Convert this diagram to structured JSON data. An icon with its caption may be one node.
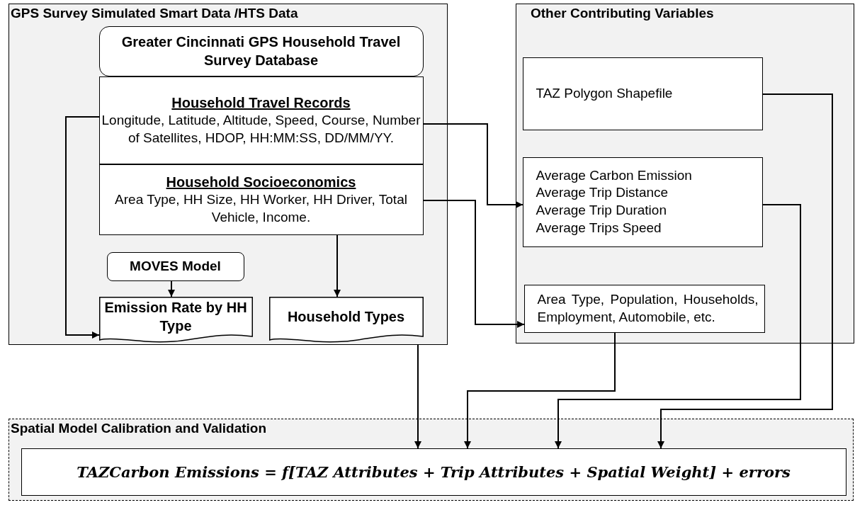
{
  "diagram": {
    "nodes": [
      {
        "text": [
          "GPS Survey Simulated Smart Data /HTS Data"
        ]
      },
      {
        "text": [
          "Greater Cincinnati GPS Household Travel Survey Database"
        ],
        "in": 0
      },
      {
        "text": [
          "Household Travel Records",
          "Longitude, Latitude, Altitude, Speed, Course, Number of Satellites, HDOP, HH:MM:SS, DD/MM/YY."
        ],
        "in": 0
      },
      {
        "text": [
          "Household Socioeconomics",
          "Area Type, HH Size, HH Worker, HH Driver, Total Vehicle, Income."
        ],
        "in": 0
      },
      {
        "text": [
          "MOVES Model"
        ],
        "in": 0
      },
      {
        "text": [
          "Emission Rate by HH Type"
        ],
        "in": 0
      },
      {
        "text": [
          "Household Types"
        ],
        "in": 0
      },
      {
        "text": [
          "Other Contributing Variables"
        ]
      },
      {
        "text": [
          "TAZ Polygon Shapefile"
        ],
        "in": 7
      },
      {
        "text": [
          "Average Carbon Emission",
          "Average Trip Distance",
          "Average Trip Duration",
          "Average Trips Speed"
        ],
        "in": 7
      },
      {
        "text": [
          "Area Type, Population, Households, Employment, Automobile, etc."
        ],
        "in": 7
      },
      {
        "text": [
          "Spatial Model Calibration and Validation"
        ]
      },
      {
        "text": [
          "TAZCarbon Emissions = f[TAZ Attributes + Trip Attributes + Spatial Weight] + errors"
        ],
        "in": 11
      }
    ],
    "edges": [
      {
        "from": 2,
        "to": 5,
        "arrow": "to"
      },
      {
        "from": 2,
        "to": 9,
        "arrow": "to"
      },
      {
        "from": 3,
        "to": 10,
        "arrow": "to"
      },
      {
        "from": 3,
        "to": 6,
        "arrow": "to"
      },
      {
        "from": 4,
        "to": 5,
        "arrow": "to"
      },
      {
        "from": 0,
        "to": 12,
        "arrow": "to"
      },
      {
        "from": 10,
        "to": 12,
        "arrow": "to"
      },
      {
        "from": 9,
        "to": 12,
        "arrow": "to"
      },
      {
        "from": 8,
        "to": 12,
        "arrow": "to"
      }
    ]
  }
}
